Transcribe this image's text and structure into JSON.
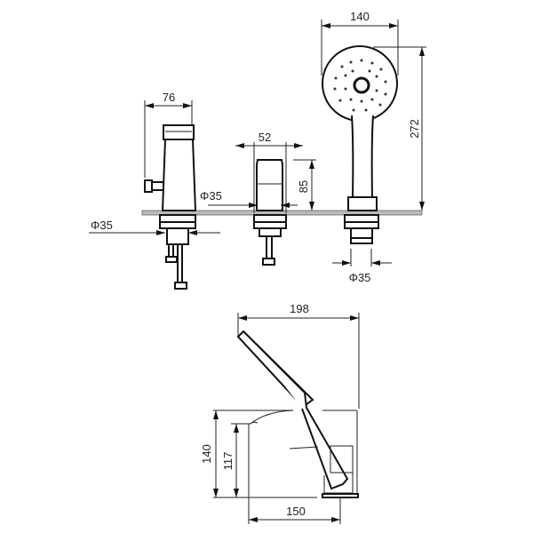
{
  "dimensions": {
    "bath_filler_width": "76",
    "bath_filler_diameter": "Φ35",
    "mixer_width": "52",
    "mixer_diameter": "Φ35",
    "mixer_height": "85",
    "shower_head_width": "140",
    "shower_total_height": "272",
    "shower_diameter": "Φ35",
    "side_depth": "198",
    "side_height": "140",
    "spout_height": "117",
    "spout_reach": "150"
  }
}
